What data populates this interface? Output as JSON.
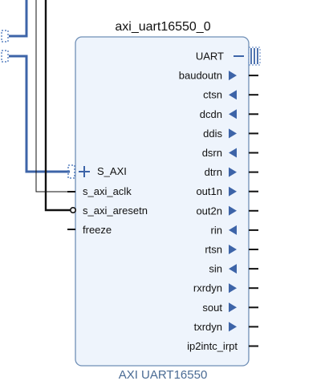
{
  "block": {
    "instance_name": "axi_uart16550_0",
    "ip_name": "AXI UART16550"
  },
  "left_pins": [
    {
      "label": "S_AXI",
      "kind": "bus-interface"
    },
    {
      "label": "s_axi_aclk",
      "kind": "clock"
    },
    {
      "label": "s_axi_aresetn",
      "kind": "reset-active-low"
    },
    {
      "label": "freeze",
      "kind": "input"
    }
  ],
  "right_pins": [
    {
      "label": "UART",
      "dir": "bus"
    },
    {
      "label": "baudoutn",
      "dir": "out"
    },
    {
      "label": "ctsn",
      "dir": "in"
    },
    {
      "label": "dcdn",
      "dir": "in"
    },
    {
      "label": "ddis",
      "dir": "out"
    },
    {
      "label": "dsrn",
      "dir": "in"
    },
    {
      "label": "dtrn",
      "dir": "out"
    },
    {
      "label": "out1n",
      "dir": "out"
    },
    {
      "label": "out2n",
      "dir": "out"
    },
    {
      "label": "rin",
      "dir": "in"
    },
    {
      "label": "rtsn",
      "dir": "out"
    },
    {
      "label": "sin",
      "dir": "in"
    },
    {
      "label": "rxrdyn",
      "dir": "out"
    },
    {
      "label": "sout",
      "dir": "out"
    },
    {
      "label": "txrdyn",
      "dir": "out"
    },
    {
      "label": "ip2intc_irpt",
      "dir": "plain"
    }
  ],
  "colors": {
    "block_fill": "#eef4fc",
    "block_stroke": "#6f8fb6",
    "bus_wire": "#3d64a8",
    "arrow_fill": "#3d64a8",
    "wire_dark": "#111111"
  },
  "icons": [
    "bus-plus-icon",
    "bus-connector-icon",
    "arrow-right-icon",
    "arrow-left-icon",
    "inversion-bubble-icon"
  ]
}
